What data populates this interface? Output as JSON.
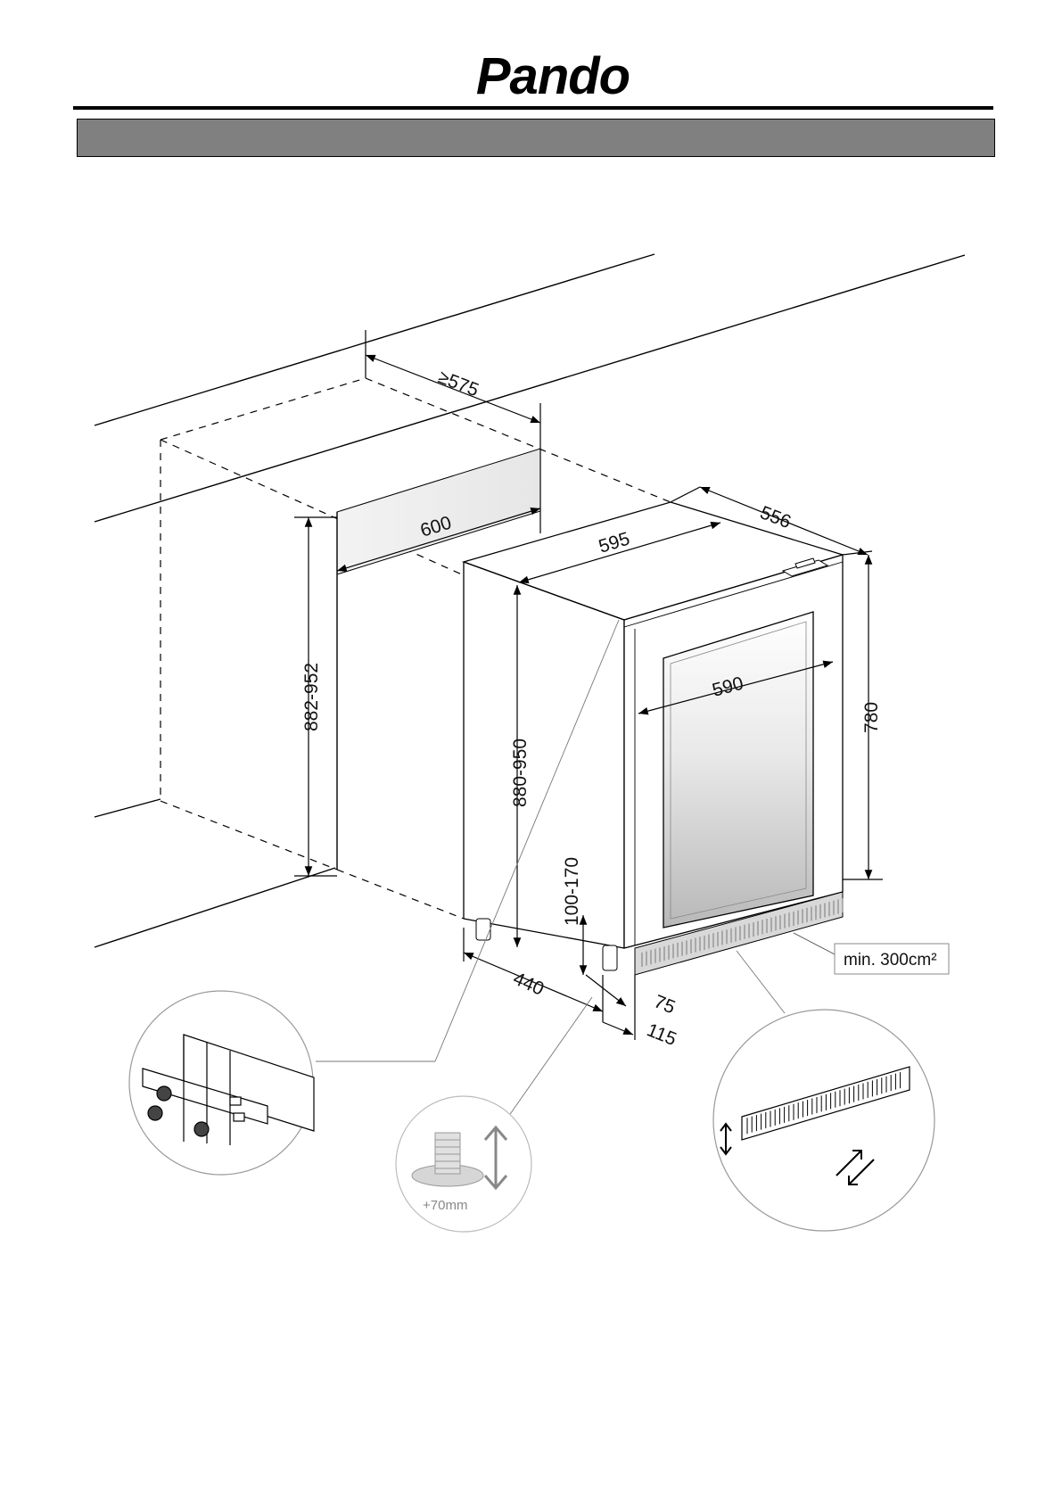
{
  "header": {
    "brand": "Pando"
  },
  "dimensions": {
    "niche_depth": "≥575",
    "niche_width": "600",
    "niche_height": "882-952",
    "appliance_width": "595",
    "appliance_depth": "556",
    "appliance_height": "880-950",
    "door_width": "590",
    "body_height": "780",
    "plinth_height": "100-170",
    "base_depth": "440",
    "front_offset_a": "75",
    "front_offset_b": "115"
  },
  "callouts": {
    "ventilation": "min. 300cm²",
    "foot_adjust": "+70mm"
  }
}
